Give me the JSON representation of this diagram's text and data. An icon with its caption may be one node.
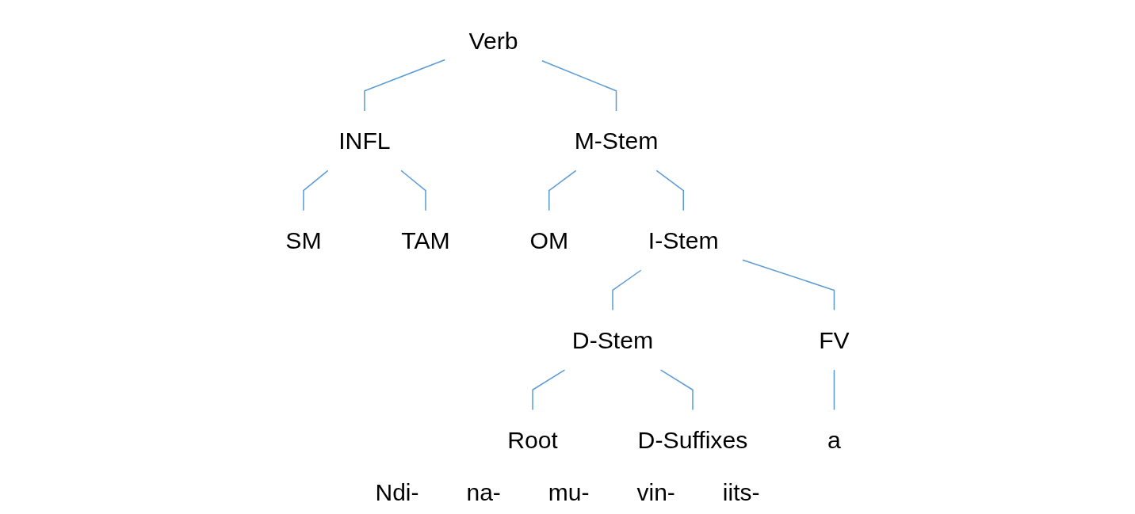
{
  "diagram": {
    "nodes": [
      {
        "text": [
          "Verb"
        ]
      },
      {
        "text": [
          "INFL"
        ]
      },
      {
        "text": [
          "M-Stem"
        ]
      },
      {
        "text": [
          "SM"
        ]
      },
      {
        "text": [
          "TAM"
        ]
      },
      {
        "text": [
          "OM"
        ]
      },
      {
        "text": [
          "I-Stem"
        ]
      },
      {
        "text": [
          "D-Stem"
        ]
      },
      {
        "text": [
          "FV"
        ]
      },
      {
        "text": [
          "Root"
        ]
      },
      {
        "text": [
          "D-Suffixes"
        ]
      },
      {
        "text": [
          "a"
        ]
      }
    ],
    "edges": [
      {
        "from": 0,
        "to": 1,
        "arrow": "none"
      },
      {
        "from": 0,
        "to": 2,
        "arrow": "none"
      },
      {
        "from": 1,
        "to": 3,
        "arrow": "none"
      },
      {
        "from": 1,
        "to": 4,
        "arrow": "none"
      },
      {
        "from": 2,
        "to": 5,
        "arrow": "none"
      },
      {
        "from": 2,
        "to": 6,
        "arrow": "none"
      },
      {
        "from": 6,
        "to": 7,
        "arrow": "none"
      },
      {
        "from": 6,
        "to": 8,
        "arrow": "none"
      },
      {
        "from": 7,
        "to": 9,
        "arrow": "none"
      },
      {
        "from": 7,
        "to": 10,
        "arrow": "none"
      },
      {
        "from": 8,
        "to": 11,
        "arrow": "none"
      }
    ],
    "labels": [
      "Ndi-",
      "na-",
      "mu-",
      "vin-",
      "iits-"
    ]
  }
}
